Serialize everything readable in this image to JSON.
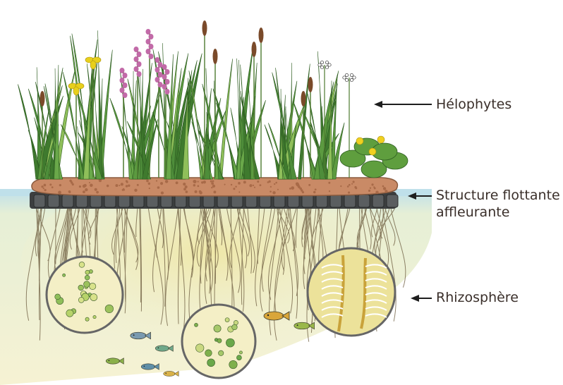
{
  "labels": {
    "helophytes": "Hélophytes",
    "structure_line1": "Structure flottante",
    "structure_line2": "affleurante",
    "rhizosphere": "Rhizosphère"
  },
  "colors": {
    "background": "#ffffff",
    "water_surface": "#bfe0ea",
    "water_body": "#f2eec8",
    "mat": "#c98a66",
    "float_blocks": "#3c3f40",
    "leaves": "#4e8d3a",
    "flowers_purple": "#c26aa8",
    "flowers_yellow": "#e8d01c",
    "roots": "#6b5a3d",
    "text": "#3a2f2a"
  }
}
